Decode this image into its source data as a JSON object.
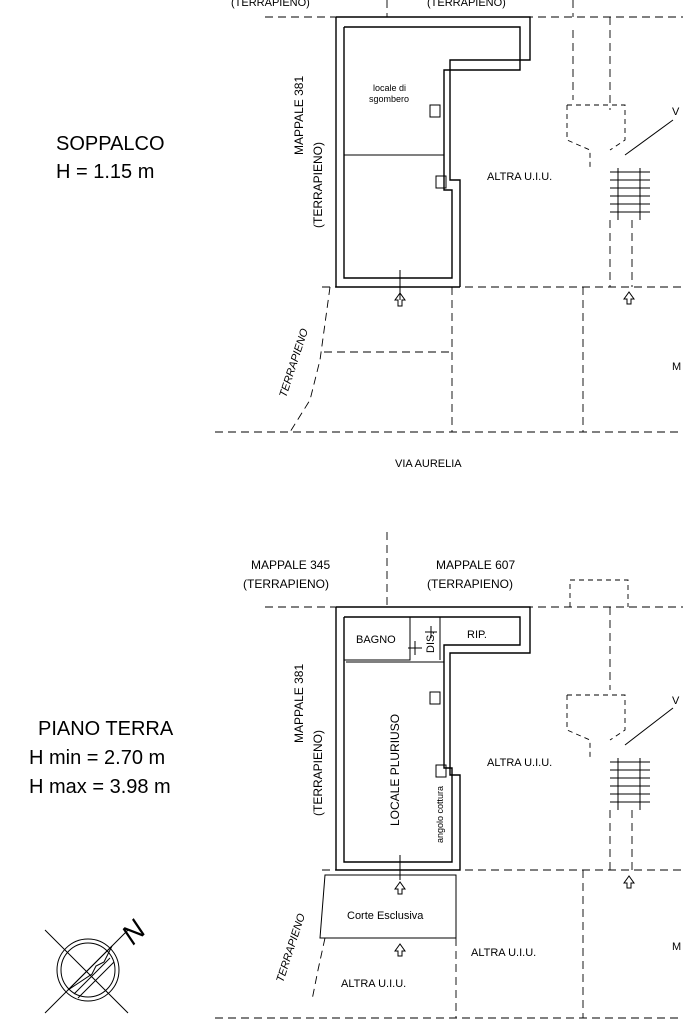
{
  "soppalco": {
    "title": "SOPPALCO",
    "height": "H = 1.15 m",
    "top_label_left": "(TERRAPIENO)",
    "top_label_right": "(TERRAPIENO)",
    "mappale_side": "MAPPALE 381",
    "terrapieno_side": "(TERRAPIENO)",
    "room_label_1": "locale di",
    "room_label_2": "sgombero",
    "altra_uiu": "ALTRA U.I.U.",
    "terrapieno_diag": "TERRAPIENO",
    "right_edge": "M",
    "v_mark": "V"
  },
  "street": "VIA AURELIA",
  "piano_terra": {
    "title": "PIANO TERRA",
    "h_min": "H min = 2.70 m",
    "h_max": "H max = 3.98 m",
    "mappale_left": "MAPPALE 345",
    "mappale_right": "MAPPALE 607",
    "terrapieno_left": "(TERRAPIENO)",
    "terrapieno_right": "(TERRAPIENO)",
    "mappale_side": "MAPPALE 381",
    "terrapieno_side": "(TERRAPIENO)",
    "bagno": "BAGNO",
    "dis": "DIS.",
    "rip": "RIP.",
    "locale": "LOCALE PLURIUSO",
    "angolo": "angolo cottura",
    "altra_uiu": "ALTRA U.I.U.",
    "corte": "Corte Esclusiva",
    "altra_uiu_right": "ALTRA U.I.U.",
    "altra_uiu_bottom": "ALTRA U.I.U.",
    "terrapieno_diag": "TERRAPIENO",
    "right_edge": "M",
    "v_mark": "V"
  },
  "north": {
    "letter": "N",
    "icon": "north-arrow-icon"
  }
}
